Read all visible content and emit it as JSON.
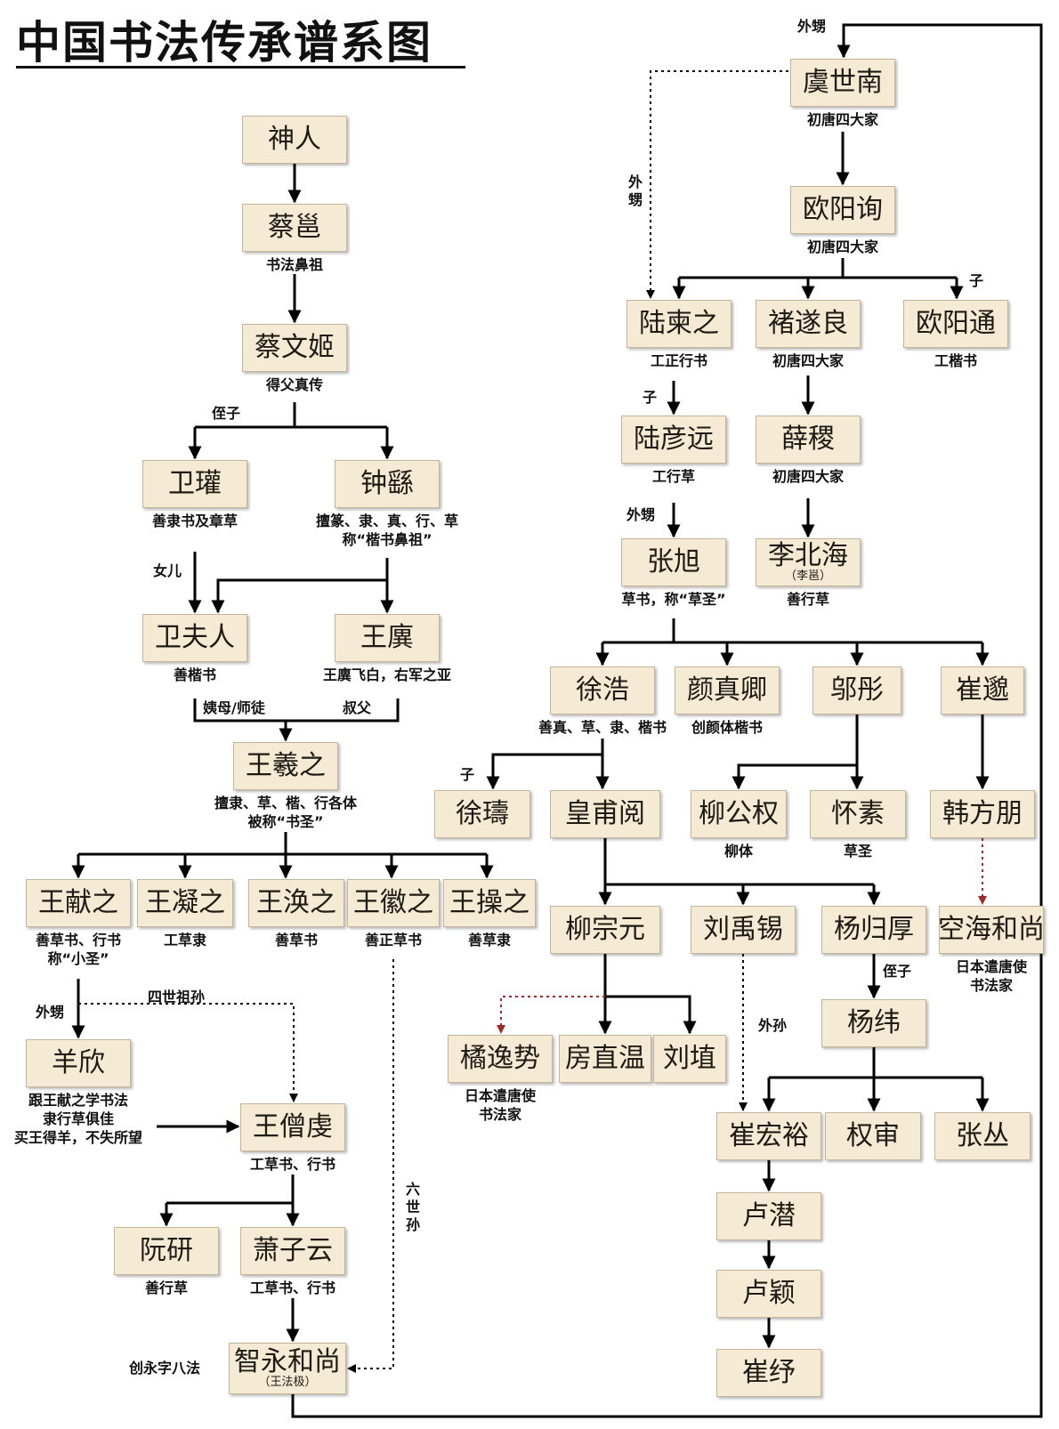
{
  "title": "中国书法传承谱系图",
  "nodes": {
    "shenren": {
      "name": "神人"
    },
    "caiyong": {
      "name": "蔡邕",
      "caption": [
        "书法鼻祖"
      ]
    },
    "caiwenji": {
      "name": "蔡文姬",
      "caption": [
        "得父真传"
      ]
    },
    "weiguan": {
      "name": "卫瓘",
      "caption": [
        "善隶书及章草"
      ]
    },
    "zhongyao": {
      "name": "钟繇",
      "caption": [
        "擅篆、隶、真、行、草",
        "称“楷书鼻祖”"
      ]
    },
    "weifuren": {
      "name": "卫夫人",
      "caption": [
        "善楷书"
      ]
    },
    "wangyi": {
      "name": "王廙",
      "caption": [
        "王廙飞白，右军之亚"
      ]
    },
    "wangxizhi": {
      "name": "王羲之",
      "caption": [
        "擅隶、草、楷、行各体",
        "被称“书圣”"
      ]
    },
    "wangxianzhi": {
      "name": "王献之",
      "caption": [
        "善草书、行书",
        "称“小圣”"
      ]
    },
    "wangningzhi": {
      "name": "王凝之",
      "caption": [
        "工草隶"
      ]
    },
    "wanghuanzhi": {
      "name": "王涣之",
      "caption": [
        "善草书"
      ]
    },
    "wanghuizhi": {
      "name": "王徽之",
      "caption": [
        "善正草书"
      ]
    },
    "wangcaozhi": {
      "name": "王操之",
      "caption": [
        "善草隶"
      ]
    },
    "yangxin": {
      "name": "羊欣",
      "caption": [
        "跟王献之学书法",
        "隶行草俱佳",
        "买王得羊，不失所望"
      ]
    },
    "wangsengqian": {
      "name": "王僧虔",
      "caption": [
        "工草书、行书"
      ]
    },
    "ruanyan": {
      "name": "阮研",
      "caption": [
        "善行草"
      ]
    },
    "xiaoziyun": {
      "name": "萧子云",
      "caption": [
        "工草书、行书"
      ]
    },
    "zhiyong": {
      "name": "智永和尚",
      "sub": "（王法极）",
      "side": "创永字八法"
    },
    "yushinan": {
      "name": "虞世南",
      "caption": [
        "初唐四大家"
      ]
    },
    "ouyangxun": {
      "name": "欧阳询",
      "caption": [
        "初唐四大家"
      ]
    },
    "lujianzhi": {
      "name": "陆柬之",
      "caption": [
        "工正行书"
      ]
    },
    "chusuiliang": {
      "name": "褚遂良",
      "caption": [
        "初唐四大家"
      ]
    },
    "ouyangtong": {
      "name": "欧阳通",
      "caption": [
        "工楷书"
      ]
    },
    "luyanyuan": {
      "name": "陆彦远",
      "caption": [
        "工行草"
      ]
    },
    "xueji": {
      "name": "薛稷",
      "caption": [
        "初唐四大家"
      ]
    },
    "zhangxu": {
      "name": "张旭",
      "caption": [
        "草书，称“草圣”"
      ]
    },
    "libeihai": {
      "name": "李北海",
      "sub": "（李邕）",
      "caption": [
        "善行草"
      ]
    },
    "xuhao": {
      "name": "徐浩",
      "caption": [
        "善真、草、隶、楷书"
      ]
    },
    "yanzhenqing": {
      "name": "颜真卿",
      "caption": [
        "创颜体楷书"
      ]
    },
    "wutong": {
      "name": "邬彤"
    },
    "cuimiao": {
      "name": "崔邈"
    },
    "xushu": {
      "name": "徐璹"
    },
    "huangfuyue": {
      "name": "皇甫阅"
    },
    "liugongquan": {
      "name": "柳公权",
      "caption": [
        "柳体"
      ]
    },
    "huaisu": {
      "name": "怀素",
      "caption": [
        "草圣"
      ]
    },
    "hanfangming": {
      "name": "韩方朋"
    },
    "liuzongyuan": {
      "name": "柳宗元"
    },
    "liuyuxi": {
      "name": "刘禹锡"
    },
    "yangguihou": {
      "name": "杨归厚"
    },
    "konghai": {
      "name": "空海和尚",
      "caption": [
        "日本遣唐使",
        "书法家"
      ]
    },
    "yangwei": {
      "name": "杨纬"
    },
    "juyishi": {
      "name": "橘逸势",
      "caption": [
        "日本遣唐使",
        "书法家"
      ]
    },
    "fangzhiwen": {
      "name": "房直温"
    },
    "liuzhi": {
      "name": "刘埴"
    },
    "cuihongyu": {
      "name": "崔宏裕"
    },
    "quanshen": {
      "name": "权审"
    },
    "zhangcong": {
      "name": "张丛"
    },
    "luqian": {
      "name": "卢潜"
    },
    "luying": {
      "name": "卢颖"
    },
    "cuiyu": {
      "name": "崔纾"
    }
  },
  "relations": {
    "nephew": "侄子",
    "daughter": "女儿",
    "aunt_teacher": "姨母/师徒",
    "uncle": "叔父",
    "sister_son": "外甥",
    "fourth_gen": "四世祖孙",
    "sixth_gen": "六世孙",
    "son": "子",
    "grandson_by_daughter": "外孙"
  },
  "colors": {
    "node_fill": "#f5ead4",
    "node_border": "#c4b49a",
    "line": "#000000",
    "accent_arrow": "#a02a2a"
  }
}
